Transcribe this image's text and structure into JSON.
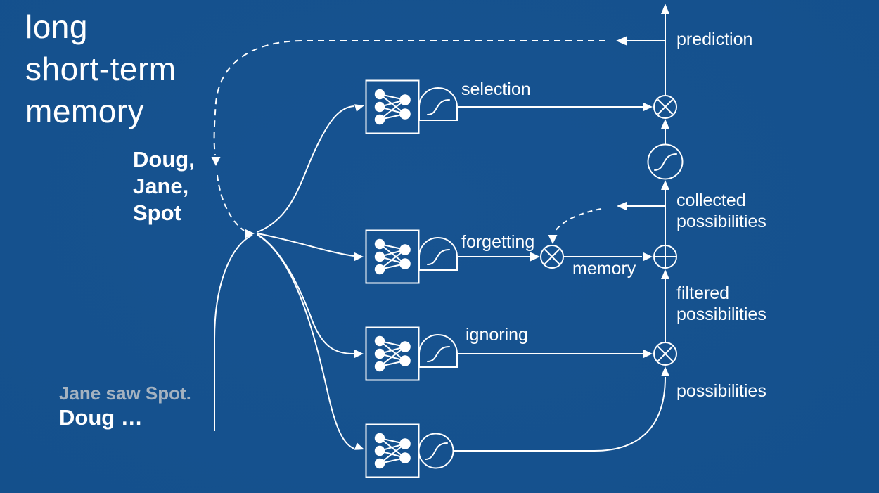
{
  "colors": {
    "background": "#14508c",
    "background_edge": "#0c3a6b",
    "line": "#ffffff",
    "muted_text": "#a4b2c0"
  },
  "title": {
    "line1": "long",
    "line2": "short-term",
    "line3": "memory"
  },
  "context_words": {
    "line1": "Doug,",
    "line2": "Jane,",
    "line3": "Spot"
  },
  "example": {
    "previous_sentence": "Jane saw Spot.",
    "current_prompt": "Doug …"
  },
  "labels": {
    "prediction": "prediction",
    "selection": "selection",
    "forgetting": "forgetting",
    "memory": "memory",
    "ignoring": "ignoring",
    "collected_line1": "collected",
    "collected_line2": "possibilities",
    "filtered_line1": "filtered",
    "filtered_line2": "possibilities",
    "possibilities": "possibilities"
  },
  "icons": {
    "neural-net-icon": "fully-connected two-layer node graph in a square",
    "sigmoid-gate-icon": "S-curve inside half-dome (logistic squash 0..1)",
    "tanh-node-icon": "S-curve inside circle (squash -1..1)",
    "multiply-node-icon": "⊗",
    "add-node-icon": "⊕"
  }
}
